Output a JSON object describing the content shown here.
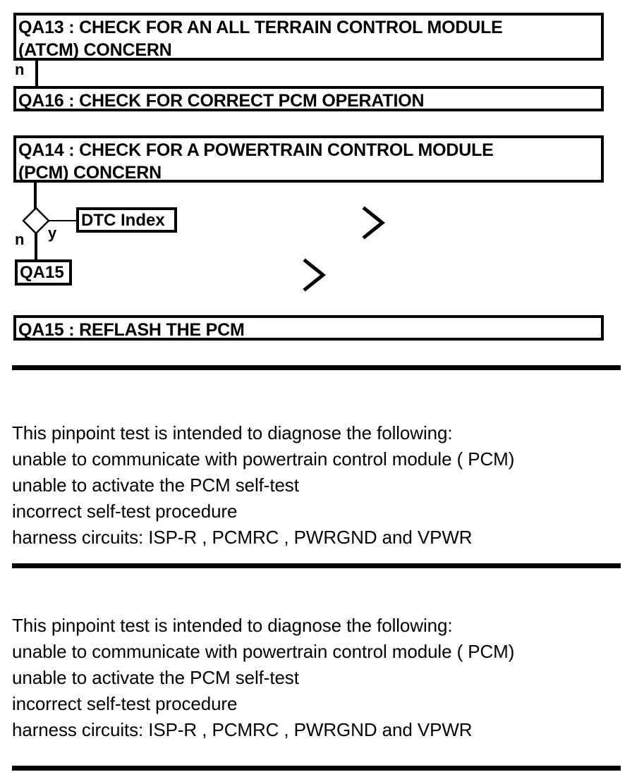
{
  "document": {
    "kind": "diagnostic-flowchart",
    "colors": {
      "ink": "#000000",
      "paper": "#ffffff"
    }
  },
  "flowchart": {
    "boxes": [
      {
        "id": "qa13",
        "label": "QA13 : CHECK FOR AN ALL TERRAIN CONTROL MODULE\n(ATCM) CONCERN"
      },
      {
        "id": "qa16",
        "label": "QA16 : CHECK FOR CORRECT PCM OPERATION"
      },
      {
        "id": "qa14",
        "label": "QA14 : CHECK FOR A POWERTRAIN CONTROL MODULE\n(PCM) CONCERN"
      },
      {
        "id": "qa15_reflash",
        "label": "QA15 : REFLASH THE PCM"
      }
    ],
    "tags": [
      {
        "id": "dtc_index",
        "label": "DTC Index"
      },
      {
        "id": "qa15",
        "label": "QA15"
      }
    ],
    "branch_labels": {
      "qa13_no": "n",
      "decision_no": "n",
      "decision_yes": "y"
    }
  },
  "sections": [
    {
      "id": "section-1",
      "lines": "This pinpoint test is intended to diagnose the following:\nunable to communicate with powertrain control module ( PCM)\nunable to activate the PCM self-test\nincorrect self-test procedure\nharness circuits: ISP-R , PCMRC , PWRGND and VPWR"
    },
    {
      "id": "section-2",
      "lines": "This pinpoint test is intended to diagnose the following:\nunable to communicate with powertrain control module ( PCM)\nunable to activate the PCM self-test\nincorrect self-test procedure\nharness circuits: ISP-R , PCMRC , PWRGND and VPWR"
    }
  ]
}
